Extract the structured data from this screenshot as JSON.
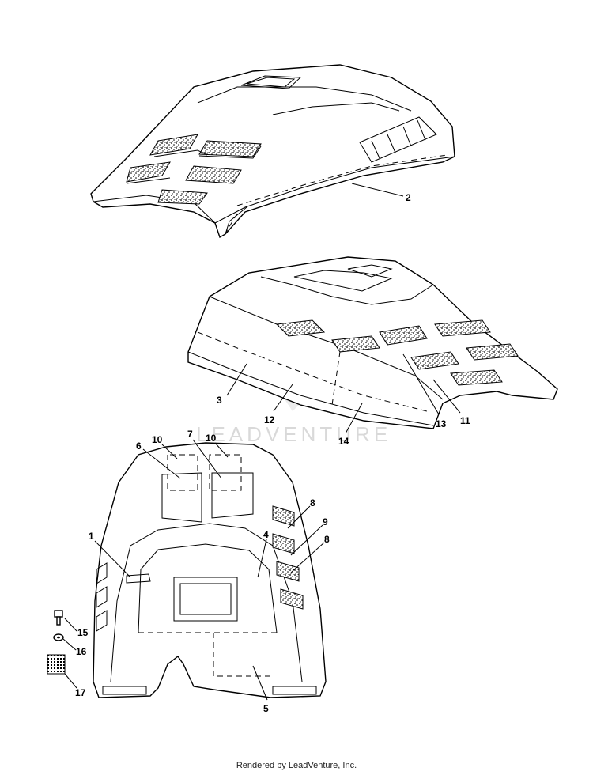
{
  "watermark": "LEADVENTURE",
  "footer": "Rendered by LeadVenture, Inc.",
  "callouts": {
    "c1": "1",
    "c2": "2",
    "c3": "3",
    "c4": "4",
    "c5": "5",
    "c6": "6",
    "c7": "7",
    "c8a": "8",
    "c8b": "8",
    "c9": "9",
    "c10a": "10",
    "c10b": "10",
    "c11": "11",
    "c12": "12",
    "c13": "13",
    "c14": "14",
    "c15": "15",
    "c16": "16",
    "c17": "17"
  }
}
